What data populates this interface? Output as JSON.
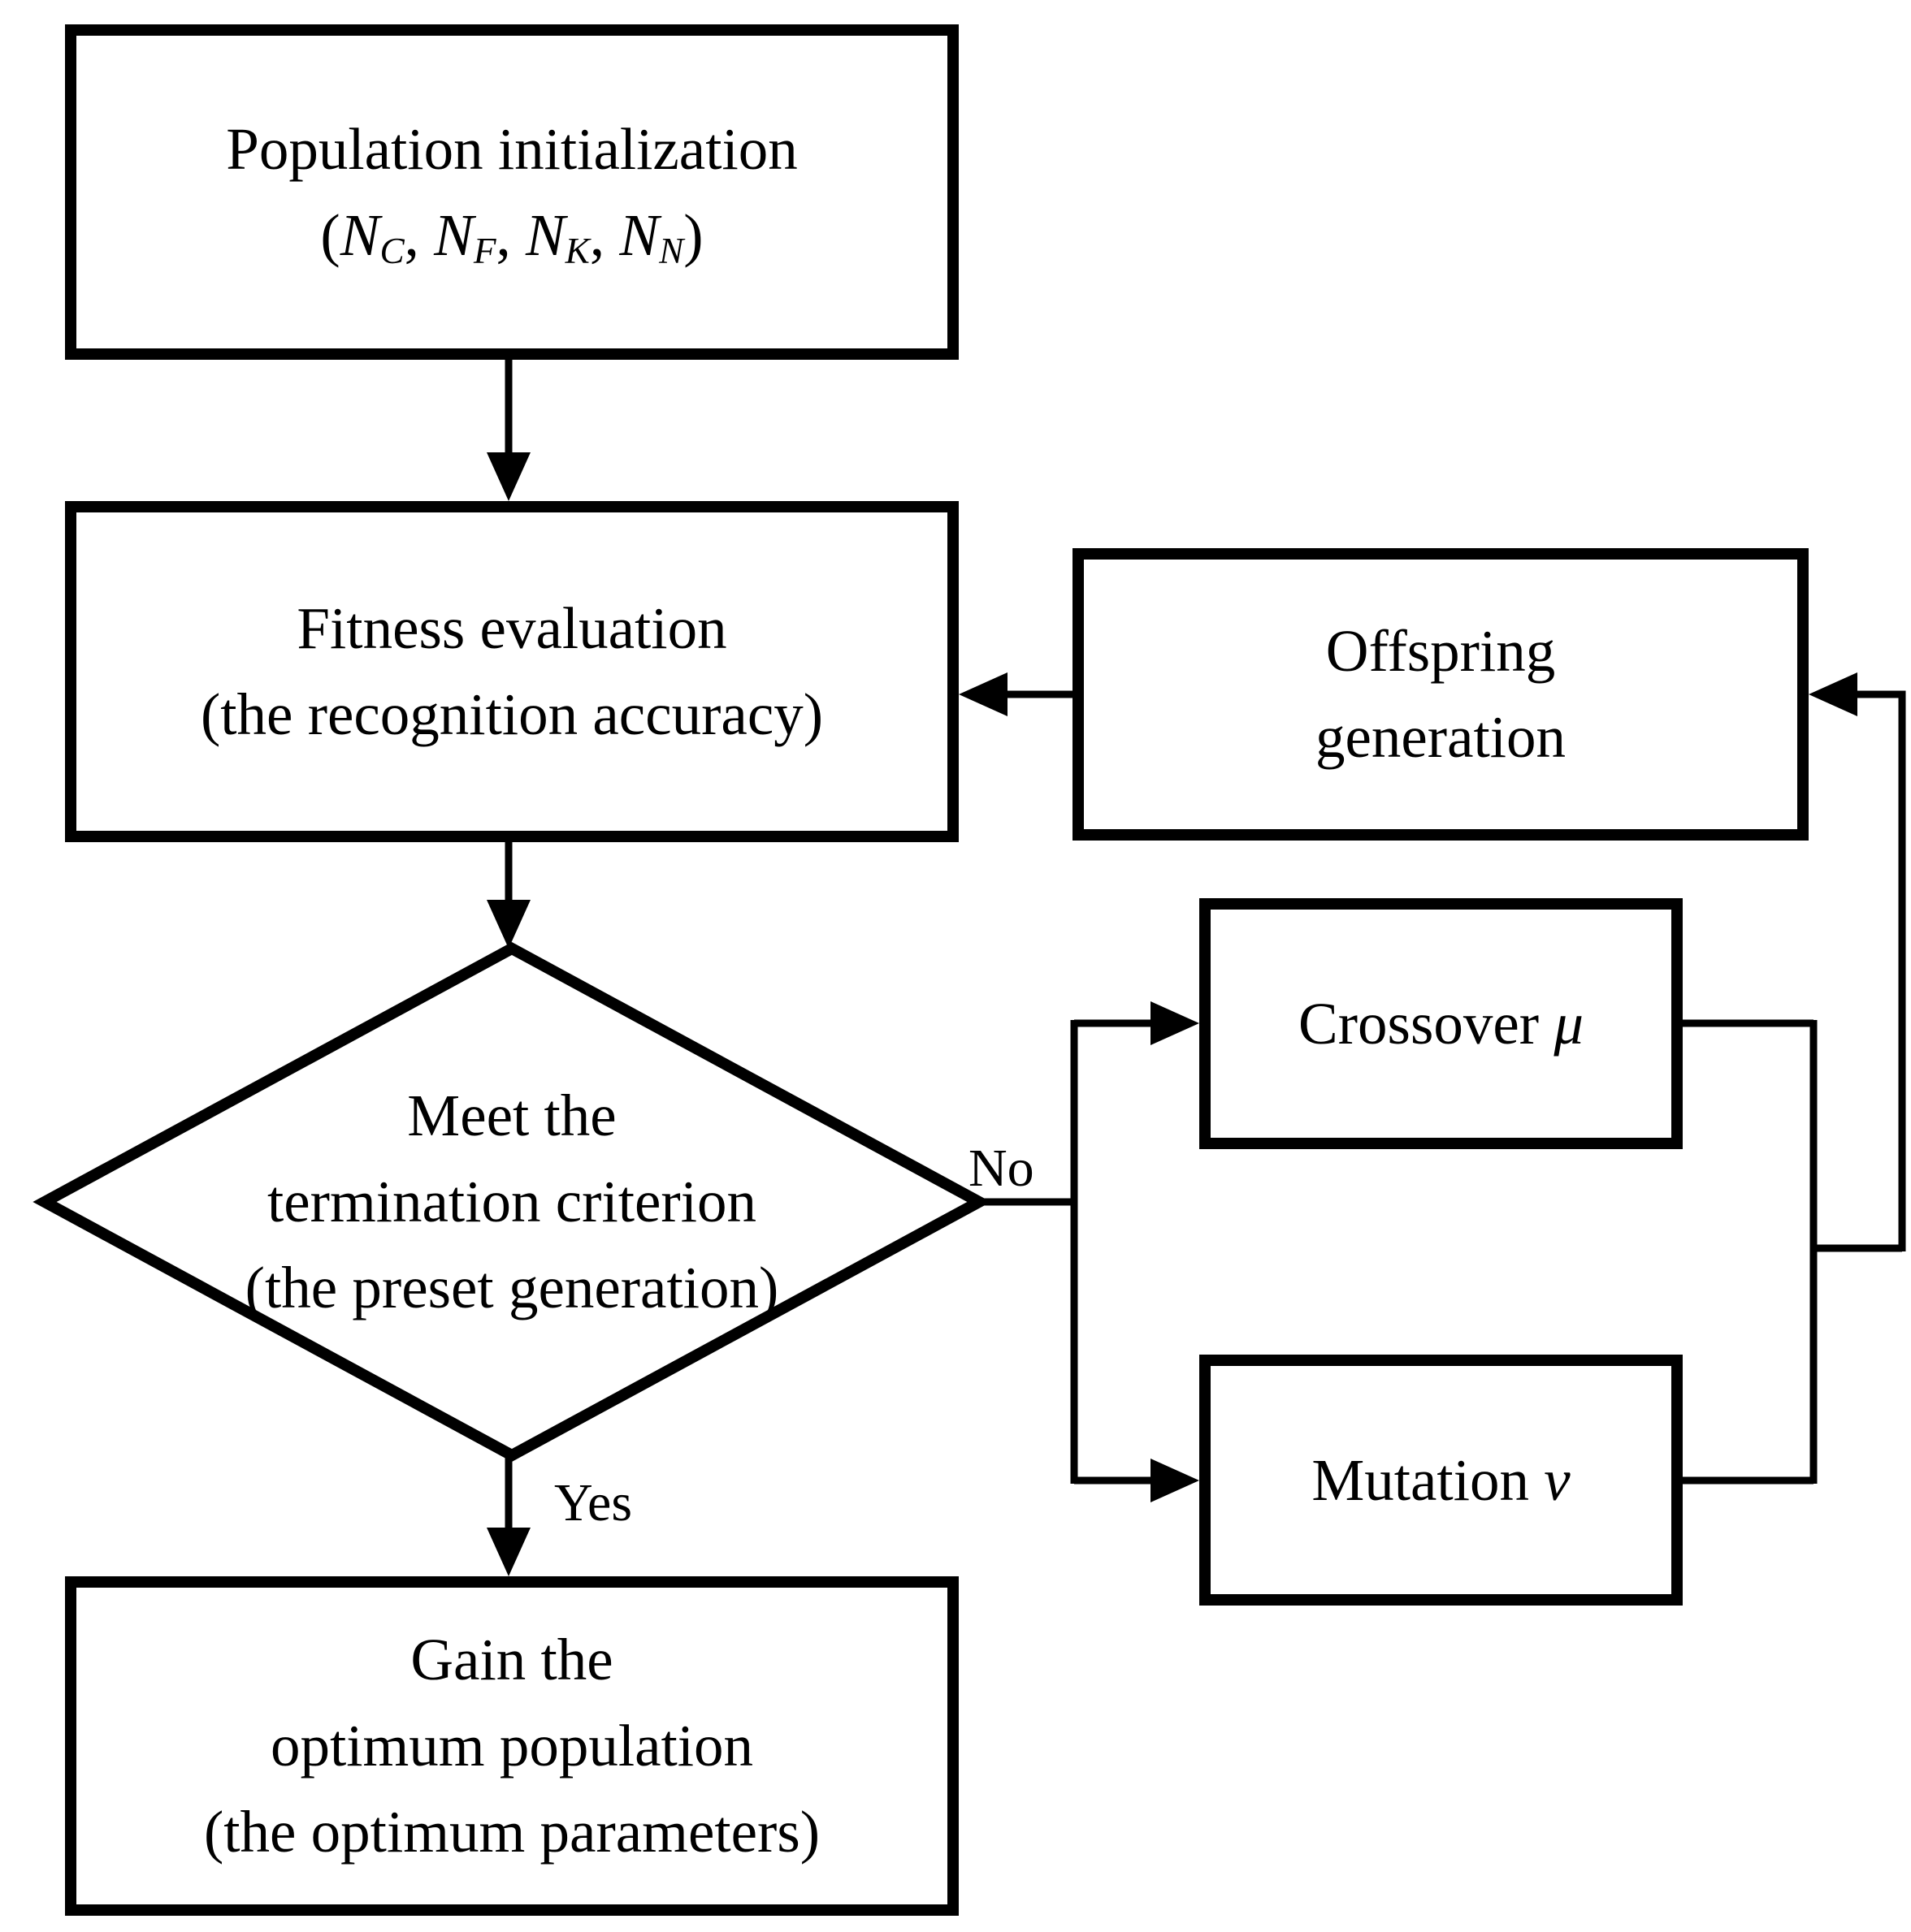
{
  "boxes": {
    "population": {
      "line1": "Population initialization",
      "math": "(N_C, N_F, N_K, N_N)"
    },
    "fitness": {
      "line1": "Fitness evaluation",
      "line2": "(the recognition accuracy)"
    },
    "offspring": {
      "line1": "Offspring",
      "line2": "generation"
    },
    "crossover": {
      "label": "Crossover",
      "symbol": "μ"
    },
    "mutation": {
      "label": "Mutation",
      "symbol": "v"
    },
    "gain": {
      "line1": "Gain the",
      "line2": "optimum population",
      "line3": "(the optimum parameters)"
    }
  },
  "decision": {
    "lines": [
      "Meet the",
      "termination criterion",
      "(the preset generation)"
    ]
  },
  "edge_labels": {
    "no": "No",
    "yes": "Yes"
  },
  "colors": {
    "stroke": "#000000",
    "background": "#ffffff"
  }
}
